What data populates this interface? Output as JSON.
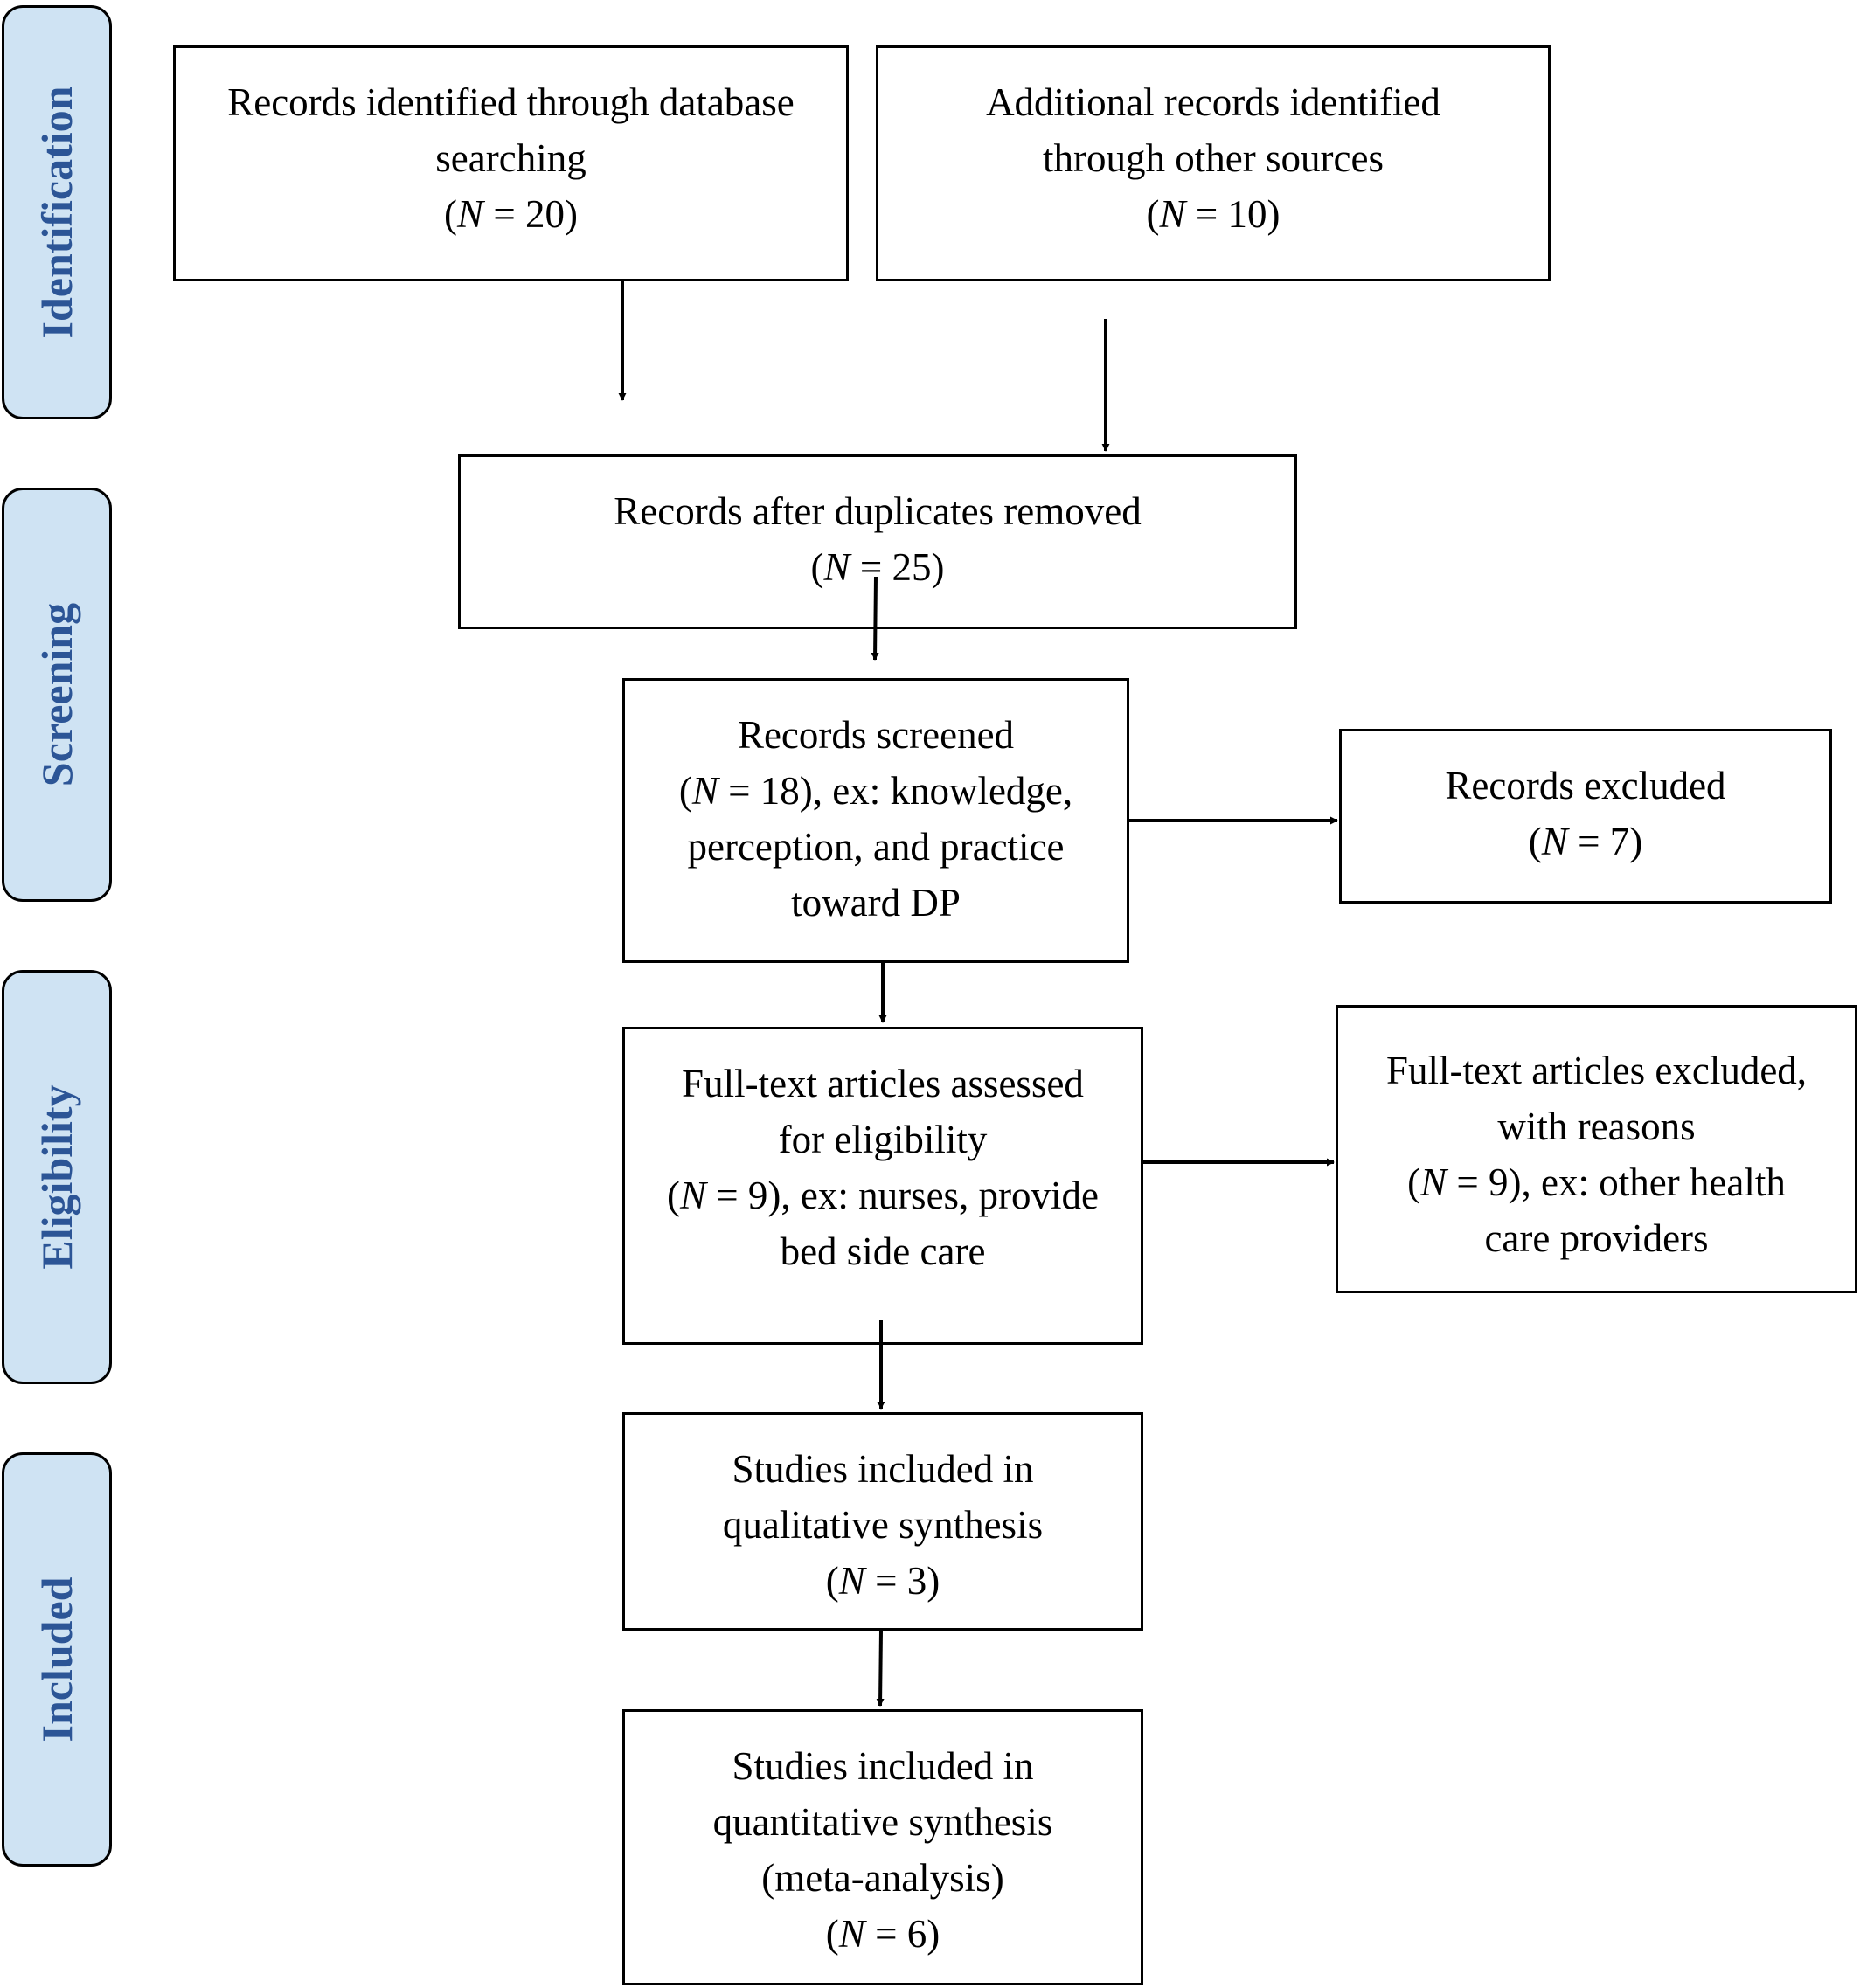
{
  "phases": {
    "identification": "Identification",
    "screening": "Screening",
    "eligibility": "Eligibility",
    "included": "Included"
  },
  "boxes": {
    "database": {
      "lines": [
        "Records identified through database",
        "searching"
      ],
      "count_prefix": "(",
      "count_var": "N",
      "count_rest": " = 20)"
    },
    "other_sources": {
      "lines": [
        "Additional records identified",
        "through other sources"
      ],
      "count_prefix": "(",
      "count_var": "N",
      "count_rest": " = 10)"
    },
    "duplicates": {
      "lines": [
        "Records after duplicates removed"
      ],
      "count_prefix": "(",
      "count_var": "N",
      "count_rest": " = 25)"
    },
    "screened": {
      "line1": "Records screened",
      "count_prefix": " (",
      "count_var": "N",
      "count_rest": " = 18), ex: knowledge,",
      "line3": "perception, and practice",
      "line4": "toward DP"
    },
    "excluded": {
      "lines": [
        "Records excluded"
      ],
      "count_prefix": "(",
      "count_var": "N",
      "count_rest": " = 7)"
    },
    "fulltext": {
      "line1": "Full-text articles assessed",
      "line2": "for eligibility",
      "count_prefix": "(",
      "count_var": "N",
      "count_rest": " = 9), ex: nurses, provide",
      "line4": "bed side care"
    },
    "fulltext_excluded": {
      "line1": "Full-text articles excluded,",
      "line2": "with reasons",
      "count_prefix": "(",
      "count_var": "N",
      "count_rest": " = 9), ex: other health",
      "line4": "care providers"
    },
    "qualitative": {
      "lines": [
        "Studies included in",
        "qualitative synthesis"
      ],
      "count_prefix": "(",
      "count_var": "N",
      "count_rest": " = 3)"
    },
    "quantitative": {
      "lines": [
        "Studies included in",
        "quantitative synthesis",
        "(meta-analysis)"
      ],
      "count_prefix": "(",
      "count_var": "N",
      "count_rest": " = 6)"
    }
  },
  "colors": {
    "phase_fill": "#cfe3f3",
    "phase_text": "#2c5596",
    "stroke": "#000000"
  }
}
